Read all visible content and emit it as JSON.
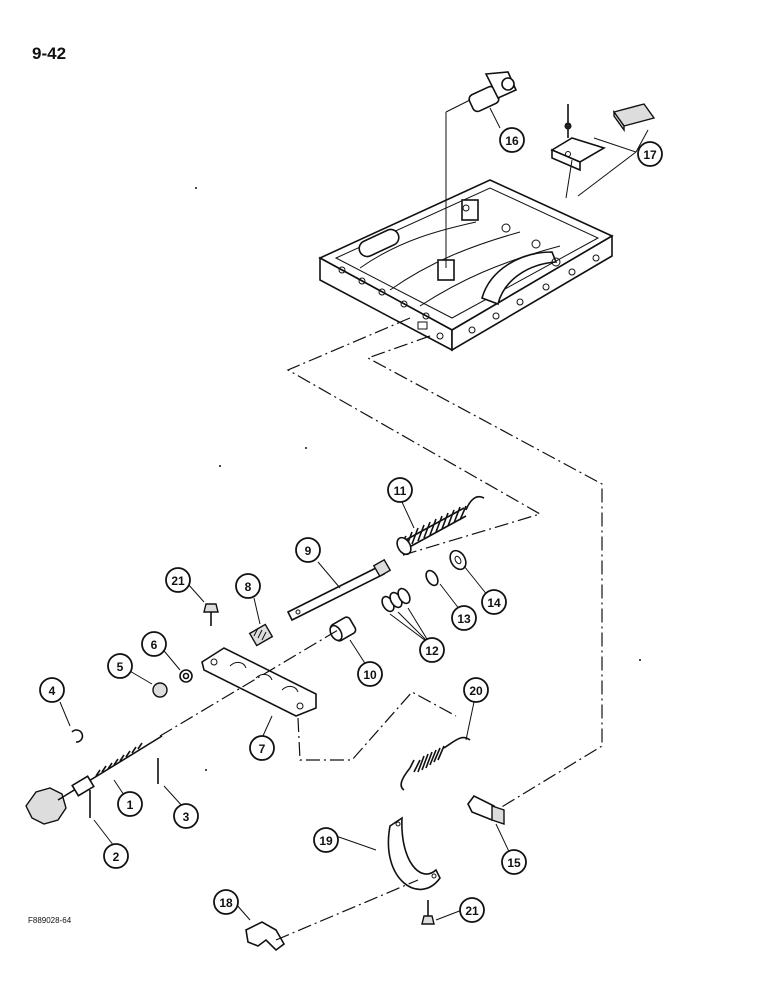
{
  "page": {
    "number": "9-42",
    "figure_code": "F889028-64"
  },
  "callouts": [
    "1",
    "2",
    "3",
    "4",
    "5",
    "6",
    "7",
    "8",
    "9",
    "10",
    "11",
    "12",
    "13",
    "14",
    "15",
    "16",
    "17",
    "18",
    "19",
    "20",
    "21",
    "21"
  ]
}
